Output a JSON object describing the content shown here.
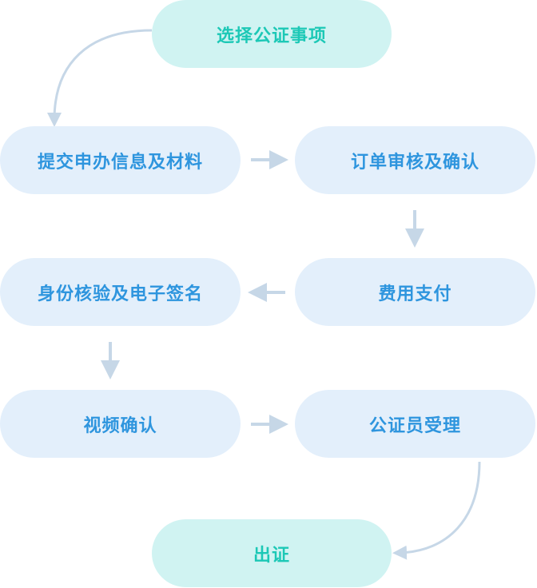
{
  "steps": {
    "select": "选择公证事项",
    "submit": "提交申办信息及材料",
    "review": "订单审核及确认",
    "pay": "费用支付",
    "verify": "身份核验及电子签名",
    "video": "视频确认",
    "accept": "公证员受理",
    "issue": "出证"
  },
  "colors": {
    "start_end_bg": "#d0f3f2",
    "start_end_text": "#1cc8b6",
    "step_bg": "#e3effb",
    "step_text": "#2e95de",
    "arrow": "#c6d7e7"
  }
}
